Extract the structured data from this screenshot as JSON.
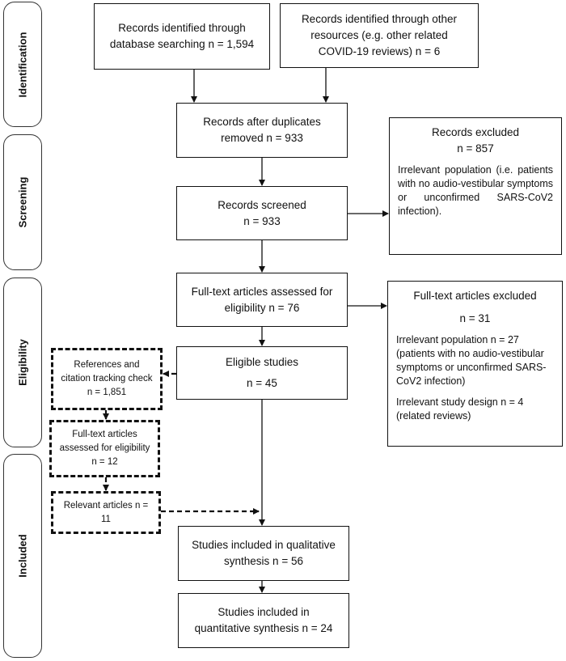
{
  "phases": {
    "identification": "Identification",
    "screening": "Screening",
    "eligibility": "Eligibility",
    "included": "Included"
  },
  "boxes": {
    "db_search": "Records identified through\ndatabase searching n = 1,594",
    "other_sources": "Records identified through other\nresources (e.g. other related\nCOVID-19 reviews) n = 6",
    "after_duplicates": "Records after duplicates\nremoved n = 933",
    "screened_title": "Records screened",
    "screened_n": "n = 933",
    "fulltext_assessed": "Full-text articles assessed for\neligibility n = 76",
    "eligible_title": "Eligible studies",
    "eligible_n": "n = 45",
    "qualitative": "Studies included in qualitative\nsynthesis n = 56",
    "quantitative": "Studies included in\nquantitative synthesis n = 24"
  },
  "records_excluded": {
    "title": "Records excluded",
    "n": "n = 857",
    "reason": "Irrelevant population (i.e. patients with no audio-vestibular symptoms or unconfirmed SARS-CoV2 infection)."
  },
  "fulltext_excluded": {
    "title": "Full-text articles excluded",
    "n": "n = 31",
    "reason1": "Irrelevant population n = 27 (patients with no audio-vestibular symptoms or unconfirmed SARS-CoV2 infection)",
    "reason2": "Irrelevant study design n = 4 (related reviews)"
  },
  "side_boxes": {
    "citation_tracking": "References and\ncitation tracking check\nn = 1,851",
    "side_fulltext": "Full-text articles\nassessed for eligibility\nn = 12",
    "relevant": "Relevant articles n =\n11"
  }
}
